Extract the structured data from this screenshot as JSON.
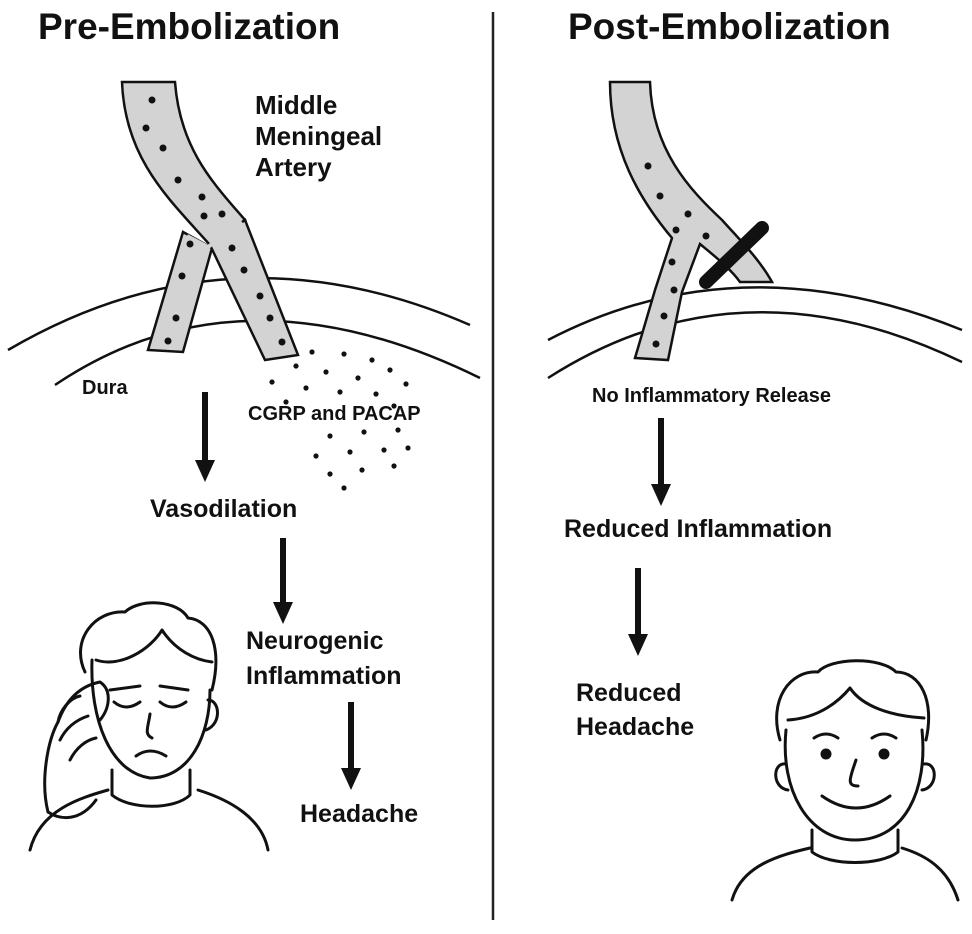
{
  "pre": {
    "title": "Pre-Embolization",
    "artery_label": [
      "Middle",
      "Meningeal",
      "Artery"
    ],
    "dura_label": "Dura",
    "release_label": "CGRP and PACAP",
    "steps": [
      "Vasodilation",
      "Neurogenic",
      "Inflammation",
      "Headache"
    ]
  },
  "post": {
    "title": "Post-Embolization",
    "release_label": "No Inflammatory Release",
    "steps": [
      "Reduced Inflammation",
      "Reduced",
      "Headache"
    ]
  },
  "colors": {
    "vessel_fill": "#d3d3d3",
    "ink": "#111111",
    "background": "#ffffff"
  },
  "icons": [
    "sad-face-hand-on-head-icon",
    "smiling-face-icon",
    "embolization-plug-icon"
  ]
}
